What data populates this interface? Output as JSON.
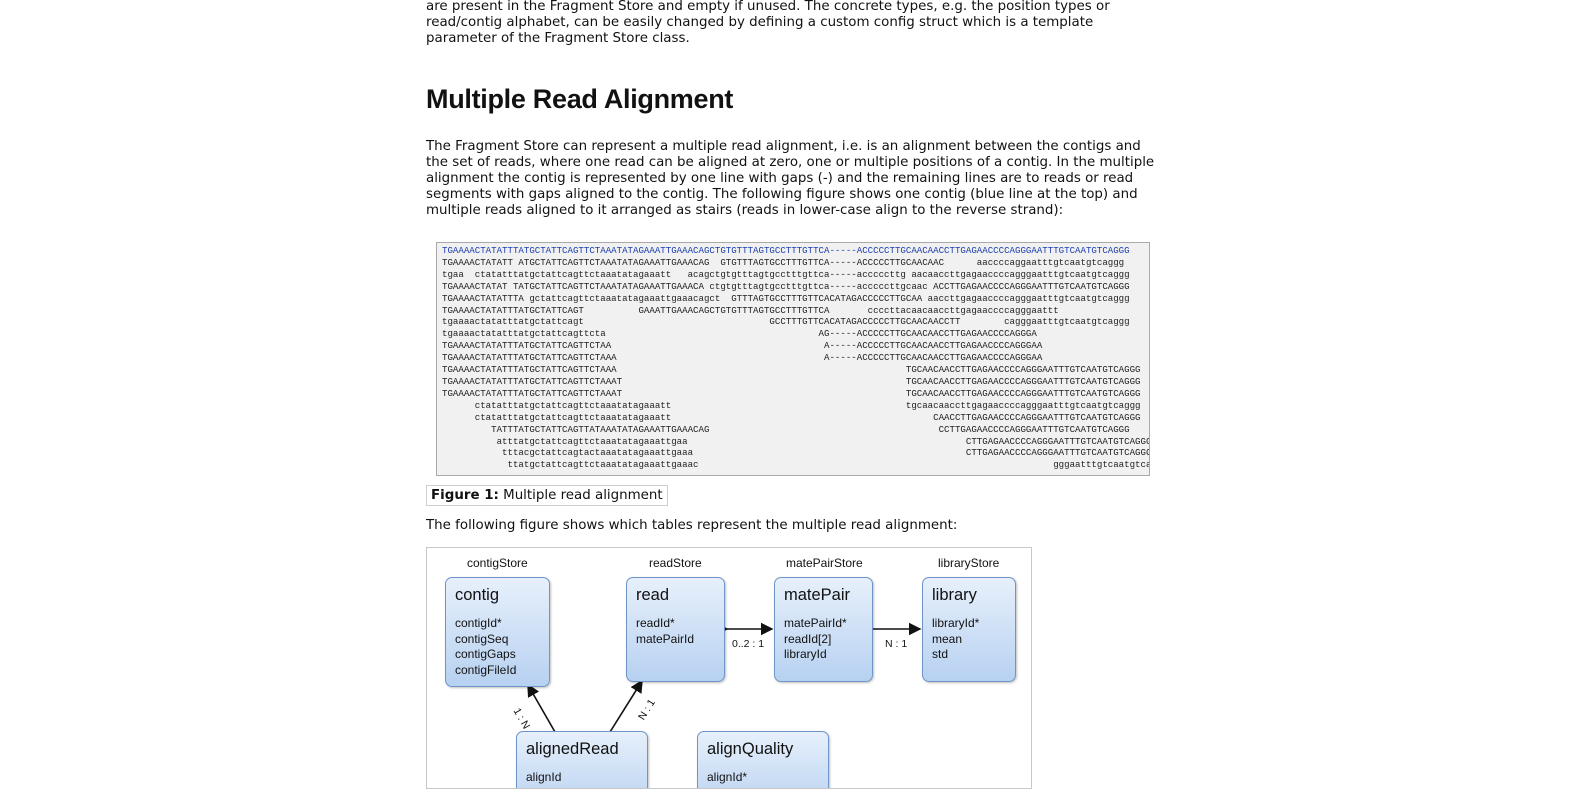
{
  "intro_paragraph_tail": "are present in the Fragment Store and empty if unused. The concrete types, e.g. the position types or\nread/contig alphabet, can be easily changed by defining a custom config struct which is a template\nparameter of the Fragment Store class.",
  "section_title": "Multiple Read Alignment",
  "section_paragraph": "The Fragment Store can represent a multiple read alignment, i.e. is an alignment between the contigs and\nthe set of reads, where one read can be aligned at zero, one or multiple positions of a contig. In the multiple\nalignment the contig is represented by one line with gaps (-) and the remaining lines are to reads or read\nsegments with gaps aligned to the contig. The following figure shows one contig (blue line at the top) and\nmultiple reads aligned to it arranged as stairs (reads in lower-case align to the reverse strand):",
  "alignment": {
    "contig_line": "TGAAAACTATATTTATGCTATTCAGTTCTAAATATAGAAATTGAAACAGCTGTGTTTAGTGCCTTTGTTCA-----ACCCCCTTGCAACAACCTTGAGAACCCCAGGGAATTTGTCAATGTCAGGG",
    "read_lines": [
      "TGAAAACTATATT ATGCTATTCAGTTCTAAATATAGAAATTGAAACAG  GTGTTTAGTGCCTTTGTTCA-----ACCCCCTTGCAACAAC      aacccсaggaatttgtcaatgtcaggg",
      "tgaa  ctatatttatgctattcagttctaaatatagaaatt   acagctgtgtttagtgcctttgttca-----accccсttg aacaaccttgagaacccсagggaatttgtcaatgtcaggg",
      "TGAAAACTATAT TATGCTATTCAGTTCTAAATATAGAAATTGAAACA ctgtgtttagtgcctttgttca-----accccсttgcaac ACCTTGAGAACCCCAGGGAATTTGTCAATGTCAGGG",
      "TGAAAACTATATTTA gctattcagttctaaatatagaaattgaaacagct  GTTTAGTGCCTTTGTTCACATAGACCCCCTTGCAA aaccttgagaacccсagggaatttgtcaatgtcaggg",
      "TGAAAACTATATTTATGCTATTCAGT          GAAATTGAAACAGCTGTGTTTAGTGCCTTTGTTCA       ccccttacaacaaccttgagaacccсagggaattt",
      "tgaaaactatatttatgctattcagt                                  GCCTTTGTTCACATAGACCCCCTTGCAACAACCTT        cagggaatttgtcaatgtcaggg",
      "tgaaaactatatttatgctattcagttcta                                       AG-----ACCCCCTTGCAACAACCTTGAGAACCCCAGGGA",
      "TGAAAACTATATTTATGCTATTCAGTTCTAA                                       A-----ACCCCCTTGCAACAACCTTGAGAACCCCAGGGAA",
      "TGAAAACTATATTTATGCTATTCAGTTCTAAA                                      A-----ACCCCCTTGCAACAACCTTGAGAACCCCAGGGAA",
      "TGAAAACTATATTTATGCTATTCAGTTCTAAA                                                     TGCAACAACCTTGAGAACCCCAGGGAATTTGTCAATGTCAGGG",
      "TGAAAACTATATTTATGCTATTCAGTTCTAAAT                                                    TGCAACAACCTTGAGAACCCCAGGGAATTTGTCAATGTCAGGG",
      "TGAAAACTATATTTATGCTATTCAGTTCTAAAT                                                    TGCAACAACCTTGAGAACCCCAGGGAATTTGTCAATGTCAGGG",
      "      ctatatttatgctattcagttctaaatatagaaatt                                           tgcaacaaccttgagaacccсagggaatttgtcaatgtcaggg",
      "      ctatatttatgctattcagttctaaatatagaaatt                                                CAACCTTGAGAACCCCAGGGAATTTGTCAATGTCAGGG",
      "         TATTTATGCTATTCAGTTATAAATATAGAAATTGAAACAG                                          CCTTGAGAACCCCAGGGAATTTGTCAATGTCAGGG",
      "          atttatgctattcagttctaaatatagaaattgaa                                                   CTTGAGAACCCCAGGGAATTTGTCAATGTCAGGG",
      "           tttacgctattcagtactaaatatagaaattgaaa                                                  CTTGAGAACCCCAGGGAATTTGTCAATGTCAGGG",
      "            ttatgctattcagttctaaatatagaaattgaaac                                                                 gggaatttgtcaatgtcaggg"
    ]
  },
  "figure1_caption": {
    "label": "Figure 1:",
    "text": " Multiple read alignment"
  },
  "figure_intro": "The following figure shows which tables represent the multiple read alignment:",
  "diagram": {
    "stores": [
      "contigStore",
      "readStore",
      "matePairStore",
      "libraryStore"
    ],
    "tables": {
      "contig": {
        "name": "contig",
        "fields": [
          "contigId*",
          "contigSeq",
          "contigGaps",
          "contigFileId"
        ]
      },
      "read": {
        "name": "read",
        "fields": [
          "readId*",
          "matePairId"
        ]
      },
      "matePair": {
        "name": "matePair",
        "fields": [
          "matePairId*",
          "readId[2]",
          "libraryId"
        ]
      },
      "library": {
        "name": "library",
        "fields": [
          "libraryId*",
          "mean",
          "std"
        ]
      },
      "alignedRead": {
        "name": "alignedRead",
        "fields": [
          "alignId"
        ]
      },
      "alignQuality": {
        "name": "alignQuality",
        "fields": [
          "alignId*"
        ]
      }
    },
    "relations": {
      "read_matepair": "0..2 : 1",
      "matepair_library": "N : 1",
      "aligned_contig": "1 : N",
      "aligned_read": "N : 1"
    }
  }
}
